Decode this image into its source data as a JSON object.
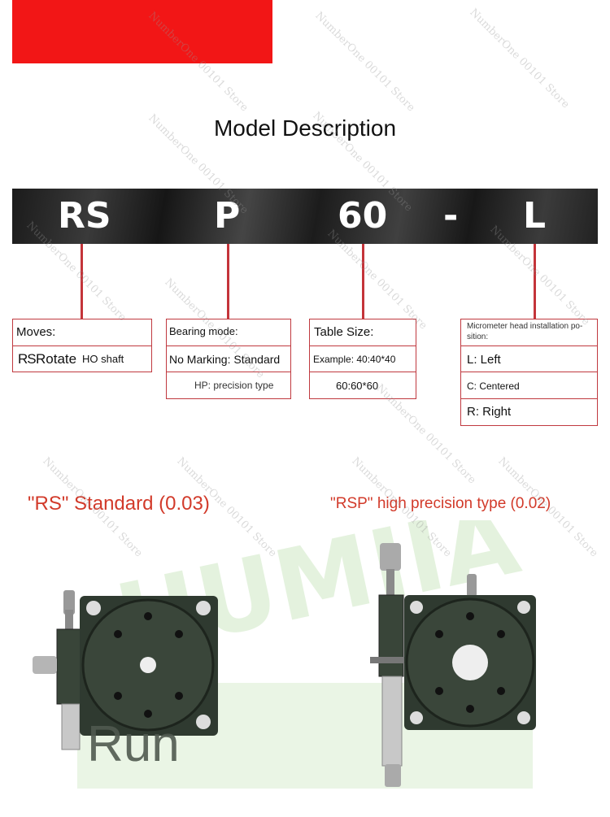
{
  "title": "Model Description",
  "code": {
    "rs": "RS",
    "p": "P",
    "size": "60",
    "dash": "-",
    "pos": "L"
  },
  "moves": {
    "label": "Moves:",
    "code": "RS",
    "text": "Rotate",
    "shaft": "HO shaft"
  },
  "bearing": {
    "label": "Bearing mode:",
    "standard": "No Marking: Standard",
    "precision": "HP: precision type"
  },
  "table_size": {
    "label": "Table Size:",
    "example": "Example: 40:40*40",
    "second": "60:60*60"
  },
  "micrometer": {
    "label_line1": "Micrometer head installation po-",
    "label_line2": "sition:",
    "left": "L: Left",
    "centered": "C: Centered",
    "right": "R: Right"
  },
  "captions": {
    "standard": "\"RS\" Standard (0.03)",
    "precision": "\"RSP\" high precision type (0.02)"
  },
  "photo_text": "Run",
  "watermark": "NumberOne 00101 Store",
  "colors": {
    "banner_red": "#f21616",
    "connector_red": "#c4343a",
    "caption_red": "#d23a2a",
    "stage_green": "#2f3a30"
  }
}
